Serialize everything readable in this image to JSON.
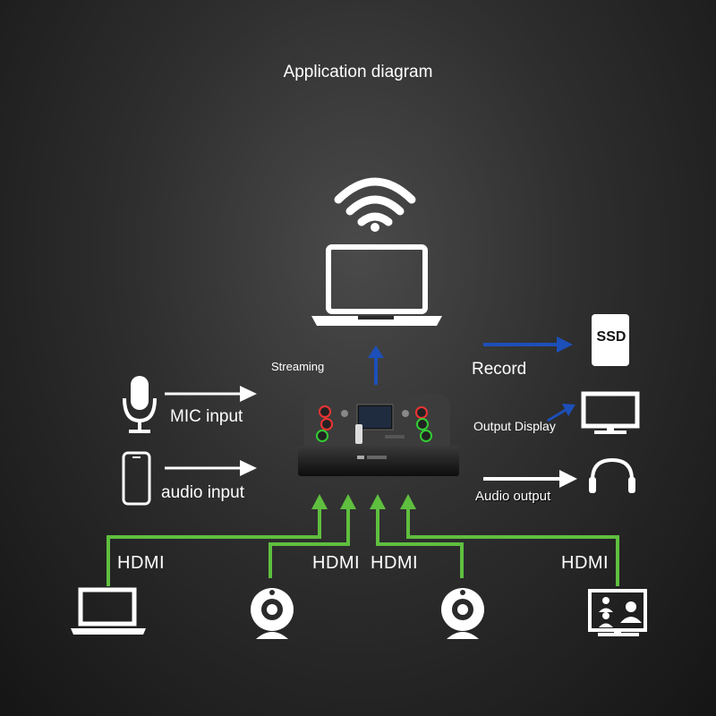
{
  "title": "Application diagram",
  "labels": {
    "streaming": "Streaming",
    "record": "Record",
    "mic_input": "MIC input",
    "audio_input": "audio input",
    "output_display": "Output Display",
    "audio_output": "Audio output",
    "ssd": "SSD",
    "hdmi": [
      "HDMI",
      "HDMI",
      "HDMI",
      "HDMI"
    ]
  },
  "icons": {
    "top": [
      "wifi-icon",
      "laptop-icon"
    ],
    "left": [
      "microphone-icon",
      "smartphone-icon"
    ],
    "right": [
      "ssd-icon",
      "monitor-icon",
      "headphones-icon"
    ],
    "bottom": [
      "laptop-icon",
      "webcam-icon",
      "webcam-icon",
      "video-conference-icon"
    ]
  },
  "colors": {
    "background": "#2e2e2e",
    "streaming_arrow": "#1d4fb8",
    "record_arrow": "#1d4fb8",
    "hdmi_lines": "#5fbf3f",
    "input_arrows": "#ffffff"
  }
}
